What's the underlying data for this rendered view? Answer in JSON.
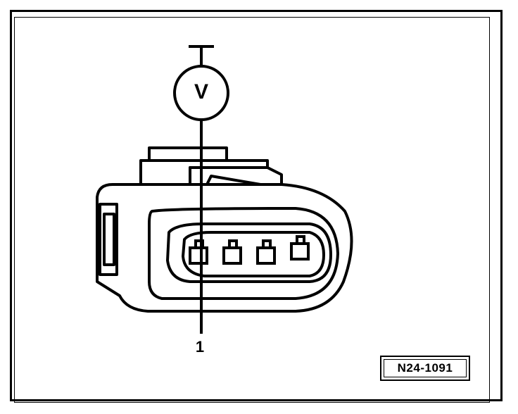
{
  "diagram": {
    "meter_symbol": "V",
    "callouts": [
      {
        "number": "1"
      }
    ],
    "reference_code": "N24-1091"
  }
}
